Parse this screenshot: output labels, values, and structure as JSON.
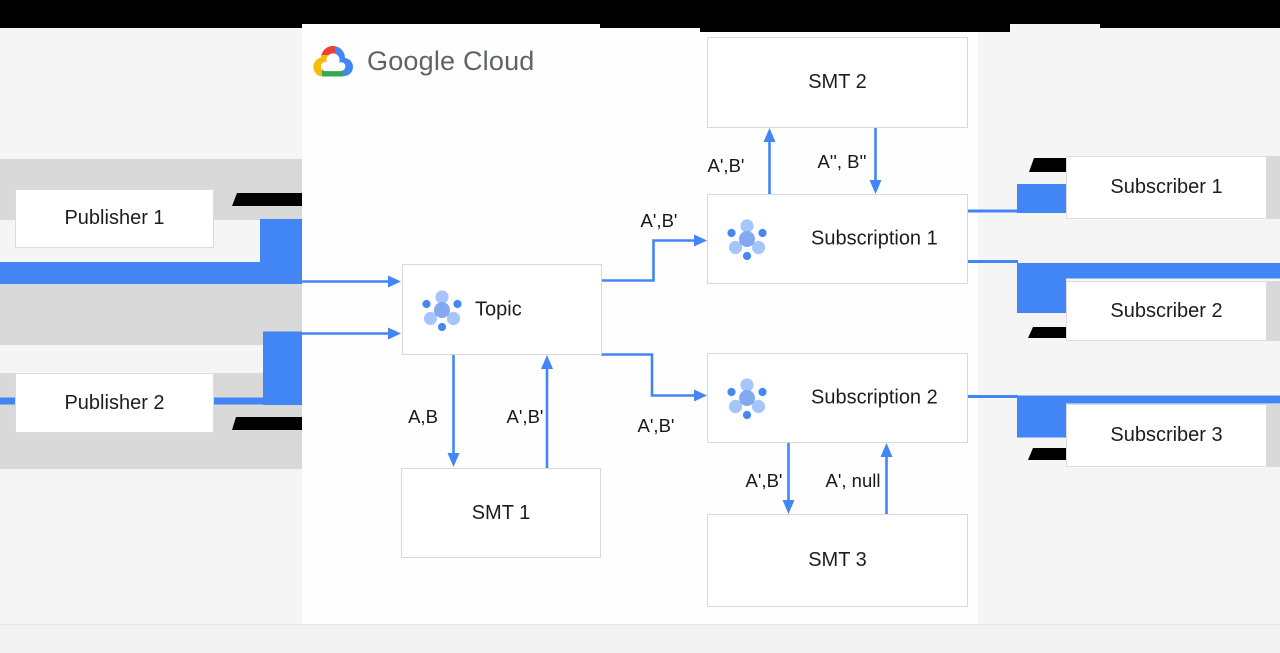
{
  "logo": {
    "text": "Google Cloud"
  },
  "nodes": {
    "publisher1": "Publisher 1",
    "publisher2": "Publisher 2",
    "topic": "Topic",
    "smt1": "SMT 1",
    "smt2": "SMT 2",
    "smt3": "SMT 3",
    "subscription1": "Subscription 1",
    "subscription2": "Subscription 2",
    "subscriber1": "Subscriber 1",
    "subscriber2": "Subscriber 2",
    "subscriber3": "Subscriber 3"
  },
  "edge_labels": {
    "topic_to_sub1": "A',B'",
    "topic_to_sub2": "A',B'",
    "topic_to_smt1": "A,B",
    "smt1_to_topic": "A',B'",
    "sub1_to_smt2": "A',B'",
    "smt2_to_sub1": "A'', B''",
    "sub2_to_smt3": "A',B'",
    "smt3_to_sub2": "A', null"
  },
  "colors": {
    "accent_blue": "#4285f4",
    "redaction_black": "#000000",
    "band_gray": "#d9d9d9",
    "canvas_white": "#ffffff",
    "page_gray": "#f5f5f6",
    "bottom_band": "#f2f2f3",
    "logo_text_gray": "#5f6368"
  }
}
